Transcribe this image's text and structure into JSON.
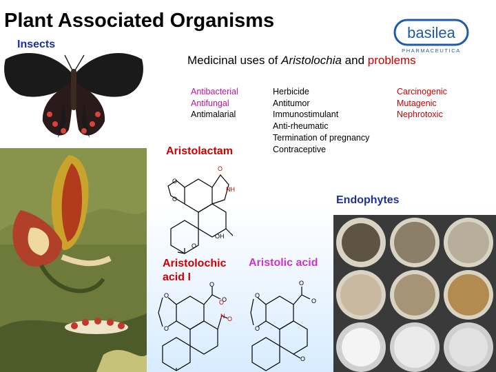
{
  "slide": {
    "title": "Plant Associated Organisms",
    "insects_label": "Insects",
    "logo": {
      "name": "basilea",
      "sub": "PHARMACEUTICA"
    },
    "subtitle": {
      "prefix": "Medicinal uses of ",
      "genus": "Aristolochia",
      "middle": " and ",
      "problems": "problems"
    },
    "uses_col1": [
      "Antibacterial",
      "Antifungal",
      "Antimalarial"
    ],
    "uses_col2": [
      "Herbicide",
      "Antitumor",
      "Immunostimulant",
      "Anti-rheumatic",
      "Termination of pregnancy",
      "Contraceptive"
    ],
    "problems": [
      "Carcinogenic",
      "Mutagenic",
      "Nephrotoxic"
    ],
    "compounds": {
      "lactam": "Aristolactam",
      "acid_i": "Aristolochic acid I",
      "aristolic": "Aristolic acid"
    },
    "endophytes_label": "Endophytes",
    "atoms": {
      "O": "O",
      "NH": "NH",
      "OH": "OH",
      "N": "N"
    }
  },
  "colors": {
    "title": "#000000",
    "blue_label": "#1f2f9a",
    "red": "#cc0000",
    "magenta": "#c0139b",
    "logo_blue": "#1e5aa8"
  }
}
